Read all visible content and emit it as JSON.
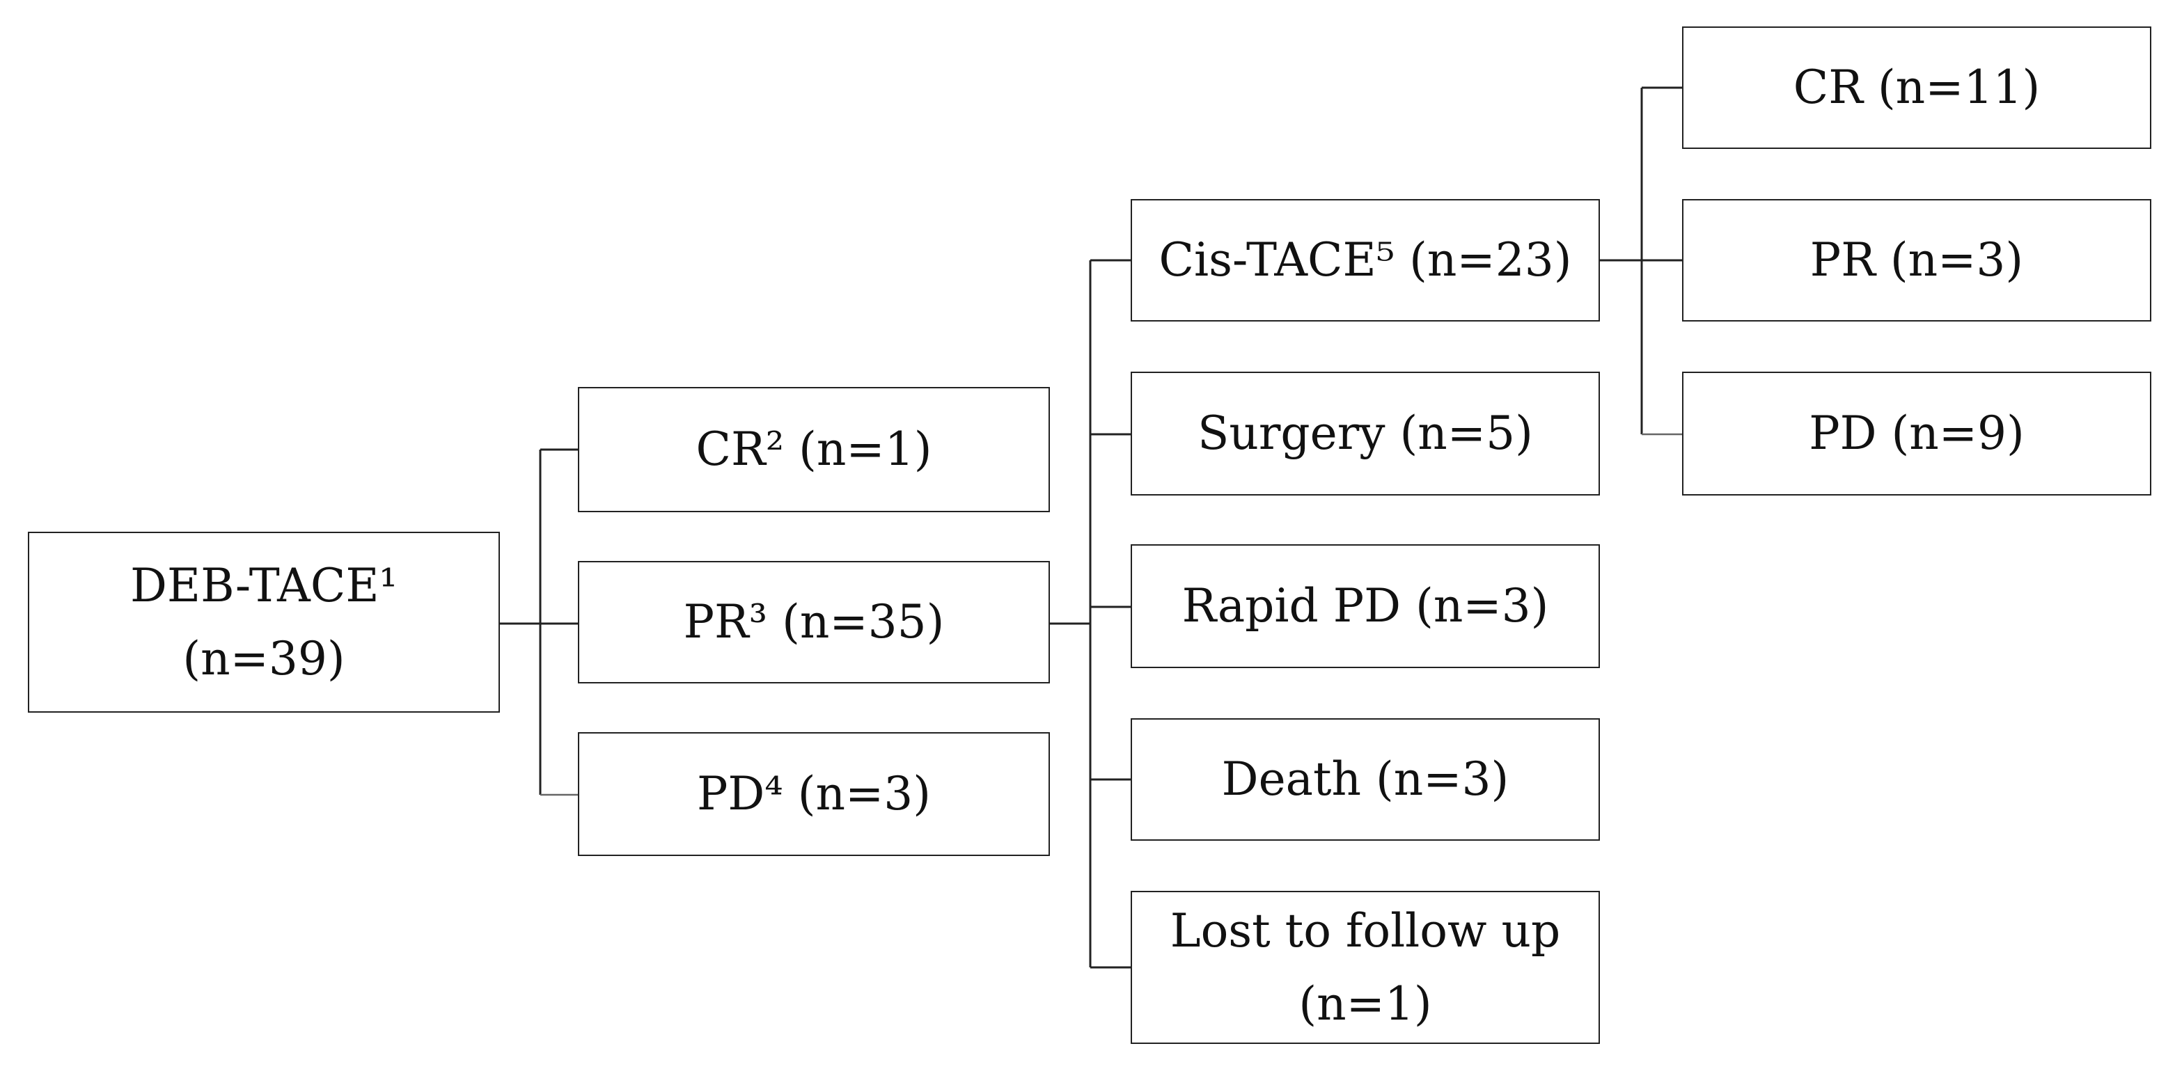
{
  "flowchart": {
    "root": {
      "line1": "DEB-TACE¹",
      "line2": "(n=39)"
    },
    "level1": {
      "cr": "CR² (n=1)",
      "pr": "PR³ (n=35)",
      "pd": "PD⁴ (n=3)"
    },
    "level2": {
      "cis_tace": "Cis-TACE⁵ (n=23)",
      "surgery": "Surgery (n=5)",
      "rapid_pd": "Rapid PD (n=3)",
      "death": "Death (n=3)",
      "lost_line1": "Lost to follow up",
      "lost_line2": "(n=1)"
    },
    "level3": {
      "cr": "CR (n=11)",
      "pr": "PR (n=3)",
      "pd": "PD (n=9)"
    }
  }
}
